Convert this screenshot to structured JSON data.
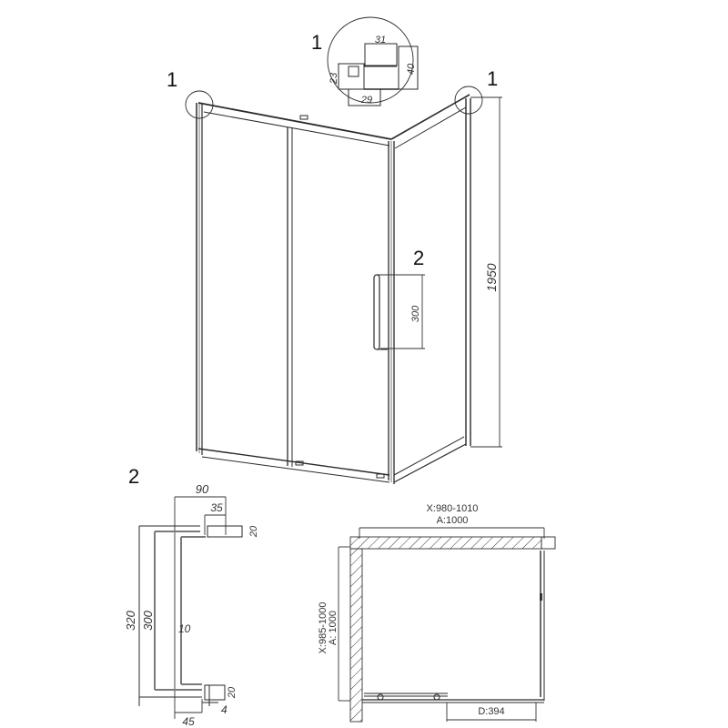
{
  "callouts": {
    "top_left": "1",
    "top_center": "1",
    "top_right": "1",
    "handle": "2",
    "handle_detail": "2"
  },
  "profile_detail": {
    "dim_top": "31",
    "dim_right": "40",
    "dim_left": "23",
    "dim_bottom": "29"
  },
  "elevation": {
    "height": "1950",
    "handle_length": "300"
  },
  "handle_detail": {
    "depth_total": "90",
    "mount_width": "35",
    "mount_height_top": "20",
    "overall_length": "320",
    "grip_length": "300",
    "bar_diameter": "10",
    "mount_height_bottom": "20",
    "glass_gap": "4",
    "base_width": "45"
  },
  "plan": {
    "width_range": "X:980-1010",
    "width_nominal": "A:1000",
    "depth_range": "X:985-1000",
    "depth_nominal": "A: 1000",
    "door_opening": "D:394"
  },
  "colors": {
    "line": "#2a2a2a",
    "light_line": "#7a7a7a",
    "background": "#ffffff"
  }
}
